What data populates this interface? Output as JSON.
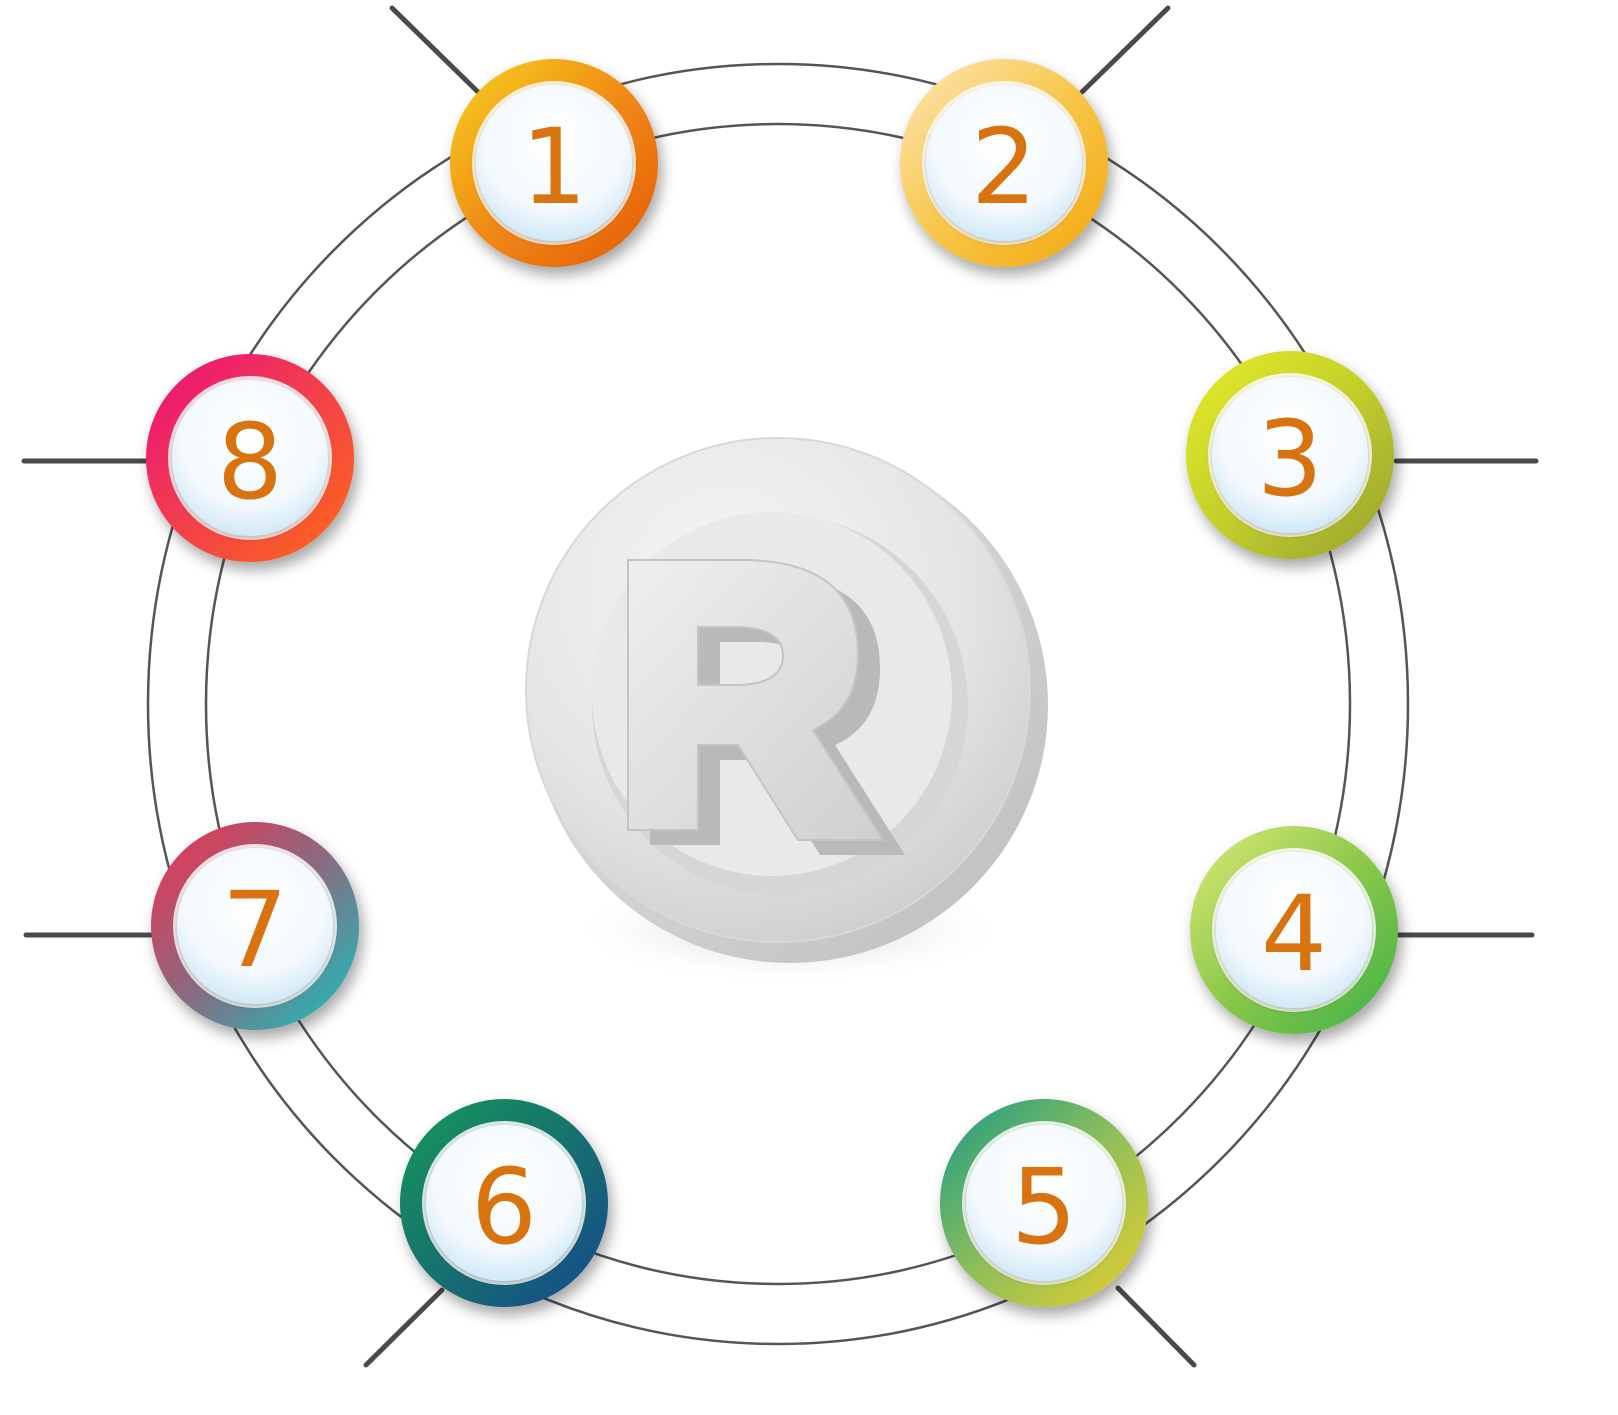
{
  "badges": [
    {
      "label": "1",
      "ring_colors": [
        "#f7d320",
        "#f08a14",
        "#e35a0c"
      ]
    },
    {
      "label": "2",
      "ring_colors": [
        "#fbe7b8",
        "#f8c64a",
        "#f2a70c"
      ]
    },
    {
      "label": "3",
      "ring_colors": [
        "#e6ec2b",
        "#c2cf2c",
        "#97a030"
      ]
    },
    {
      "label": "4",
      "ring_colors": [
        "#dcea78",
        "#8cc84a",
        "#3cb04a"
      ]
    },
    {
      "label": "5",
      "ring_colors": [
        "#1a9a86",
        "#8fbf5a",
        "#e8cf2c"
      ]
    },
    {
      "label": "6",
      "ring_colors": [
        "#12985a",
        "#14716e",
        "#16478e"
      ]
    },
    {
      "label": "7",
      "ring_colors": [
        "#f2304e",
        "#8a6a80",
        "#14c4c0"
      ]
    },
    {
      "label": "8",
      "ring_colors": [
        "#ea0f7e",
        "#f2404c",
        "#fd6a16"
      ]
    }
  ],
  "center_icon": "registered-trademark-icon",
  "colors": {
    "number_text": "#d9730f",
    "ring_line": "#555555",
    "spoke_line": "#4a4a4a",
    "badge_inner_light": "#ffffff",
    "badge_inner_tint": "#c8e4f6"
  }
}
